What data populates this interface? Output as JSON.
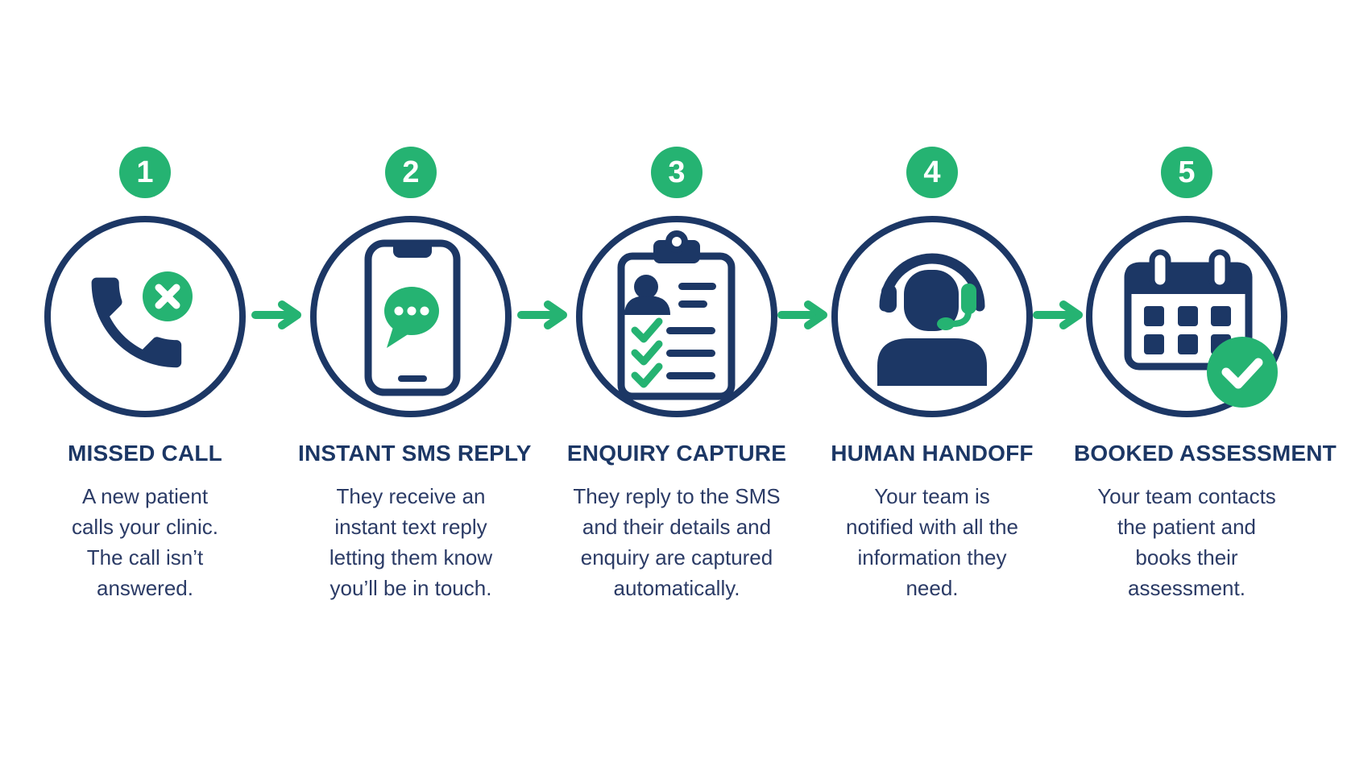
{
  "colors": {
    "green": "#25b372",
    "navy": "#1c3765",
    "text": "#2b3b66",
    "background": "#ffffff"
  },
  "diagram": {
    "type": "process-flow",
    "direction": "left-to-right",
    "arrow_icon": "right-arrow-icon"
  },
  "steps": [
    {
      "number": "1",
      "icon": "missed-call-icon",
      "title": "MISSED CALL",
      "description": "A new patient\ncalls your clinic.\nThe call isn’t\nanswered."
    },
    {
      "number": "2",
      "icon": "sms-phone-icon",
      "title": "INSTANT SMS REPLY",
      "description": "They receive an\ninstant text reply\nletting them know\nyou’ll be in touch."
    },
    {
      "number": "3",
      "icon": "enquiry-clipboard-icon",
      "title": "ENQUIRY CAPTURE",
      "description": "They reply to the SMS\nand their details and\nenquiry are captured\nautomatically."
    },
    {
      "number": "4",
      "icon": "support-agent-icon",
      "title": "HUMAN HANDOFF",
      "description": "Your team is\nnotified with all the\ninformation they\nneed."
    },
    {
      "number": "5",
      "icon": "booked-calendar-icon",
      "title": "BOOKED ASSESSMENT",
      "description": "Your team contacts\nthe patient and\nbooks their\nassessment."
    }
  ]
}
